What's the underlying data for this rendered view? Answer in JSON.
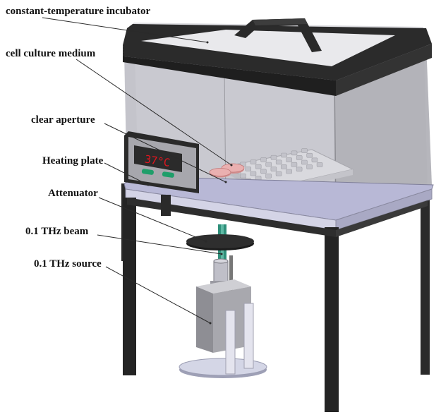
{
  "labels": {
    "incubator": "constant-temperature incubator",
    "medium": "cell culture medium",
    "aperture": "clear aperture",
    "heating_plate": "Heating plate",
    "attenuator": "Attenuator",
    "beam": "0.1 THz beam",
    "source": "0.1 THz source"
  },
  "display": {
    "temperature": "37°C"
  },
  "colors": {
    "frame": "#2b2b2b",
    "glass": "#c9c9cf",
    "display_digits": "#e0161f",
    "buttons": "#1f9e6a",
    "dish": "#e8a6a6",
    "beam": "#2f8f7a"
  }
}
